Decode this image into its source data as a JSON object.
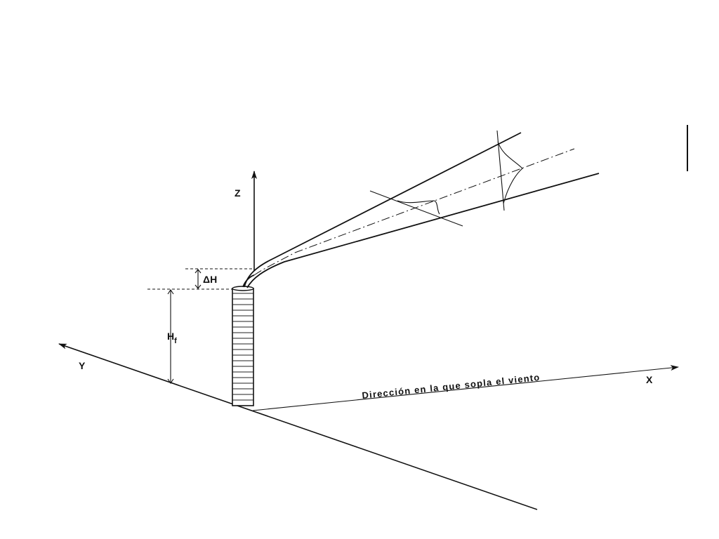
{
  "diagram": {
    "labels": {
      "z_axis": "Z",
      "y_axis": "Y",
      "x_axis": "X",
      "delta_h": "ΔH",
      "stack_height_main": "H",
      "stack_height_sub": "f",
      "wind_direction": "Dirección en la que sopla el viento"
    },
    "colors": {
      "ink": "#111111",
      "background": "#ffffff"
    }
  }
}
